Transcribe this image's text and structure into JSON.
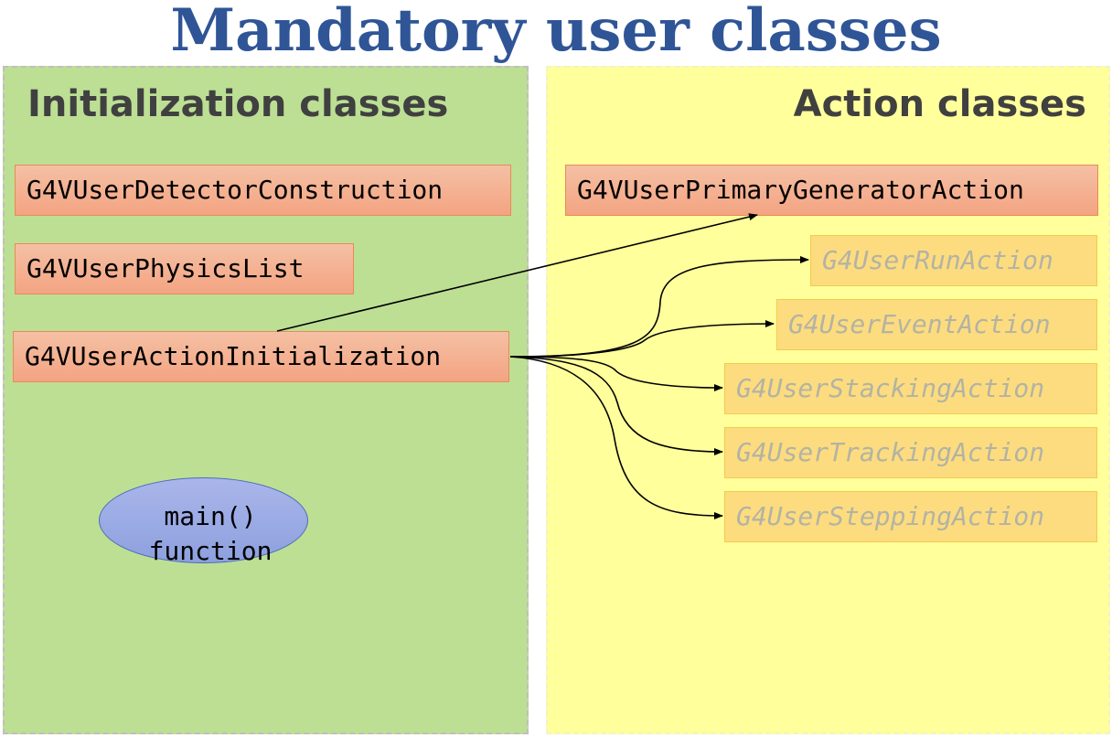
{
  "title": "Mandatory user classes",
  "initialization": {
    "heading": "Initialization classes",
    "classes": [
      "G4VUserDetectorConstruction",
      "G4VUserPhysicsList",
      "G4VUserActionInitialization"
    ]
  },
  "actions": {
    "heading": "Action classes",
    "mandatory": "G4VUserPrimaryGeneratorAction",
    "optional": [
      "G4UserRunAction",
      "G4UserEventAction",
      "G4UserStackingAction",
      "G4UserTrackingAction",
      "G4UserSteppingAction"
    ]
  },
  "main_function": {
    "line1": "main()",
    "line2": "function"
  },
  "colors": {
    "title": "#2f5597",
    "init_panel": "#bddf94",
    "action_panel": "#ffff9c",
    "mandatory_box": "#f4b183",
    "optional_box": "#fcd77a",
    "main_ellipse": "#8faadc"
  }
}
